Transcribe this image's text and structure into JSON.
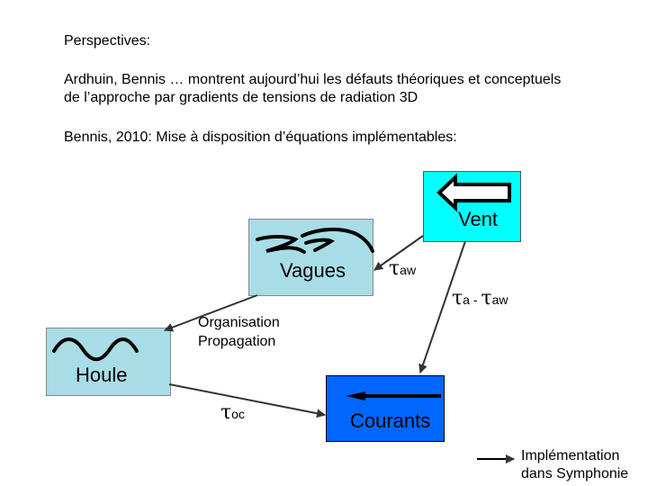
{
  "header": {
    "title": "Perspectives:",
    "paragraph1_line1": "Ardhuin, Bennis … montrent aujourd’hui les défauts théoriques et conceptuels",
    "paragraph1_line2": "de l’approche par gradients de tensions de radiation 3D",
    "paragraph2": "Bennis, 2010: Mise à disposition d’équations implémentables:"
  },
  "nodes": {
    "vent": "Vent",
    "vagues": "Vagues",
    "houle": "Houle",
    "courants": "Courants"
  },
  "labels": {
    "tau": "τ",
    "taw_sub": "aw",
    "ta_sub": "a",
    "minus": " - ",
    "toc_sub": "oc",
    "organisation": "Organisation",
    "propagation": "Propagation"
  },
  "legend": {
    "line1": "Implémentation",
    "line2": "dans Symphonie"
  },
  "colors": {
    "vent_fill": "#00ffff",
    "vagues_fill": "#a8dde6",
    "houle_fill": "#a8dde6",
    "courants_fill": "#0066ff"
  }
}
